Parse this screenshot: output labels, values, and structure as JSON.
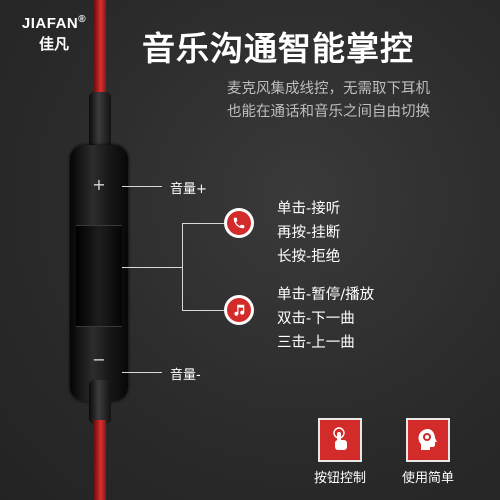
{
  "logo": {
    "en": "JIAFAN",
    "reg": "®",
    "cn": "佳凡"
  },
  "title": "音乐沟通智能掌控",
  "subtitle": {
    "line1": "麦克风集成线控，无需取下耳机",
    "line2": "也能在通话和音乐之间自由切换"
  },
  "remote": {
    "plus_symbol": "+",
    "minus_symbol": "−"
  },
  "labels": {
    "volume_up": "音量+",
    "volume_down": "音量-"
  },
  "call_functions": [
    "单击-接听",
    "再按-挂断",
    "长按-拒绝"
  ],
  "music_functions": [
    "单击-暂停/播放",
    "双击-下一曲",
    "三击-上一曲"
  ],
  "features": [
    {
      "label": "按钮控制",
      "icon": "finger-press-icon"
    },
    {
      "label": "使用简单",
      "icon": "head-gear-icon"
    }
  ],
  "colors": {
    "accent": "#d32a2a",
    "background": "#2b2b2b",
    "cable": "#c42828"
  }
}
